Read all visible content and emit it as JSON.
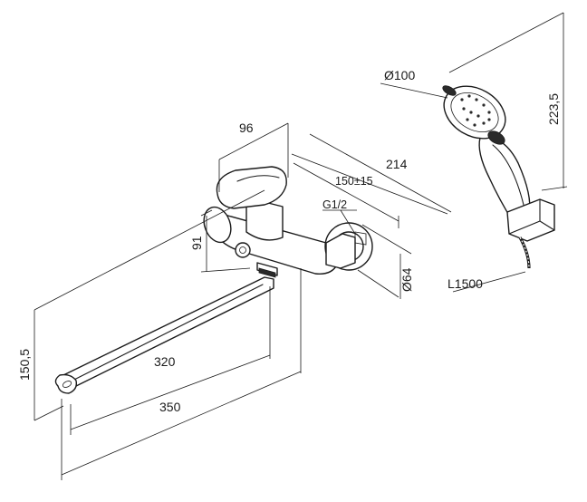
{
  "dimensions": {
    "width_96": "96",
    "width_214": "214",
    "spacing_150": "150±15",
    "thread": "G1/2",
    "height_91": "91",
    "diameter_64": "Ø64",
    "spout_320": "320",
    "spout_350": "350",
    "height_150_5": "150,5",
    "head_diameter": "Ø100",
    "head_height": "223,5",
    "hose_length": "L1500"
  }
}
